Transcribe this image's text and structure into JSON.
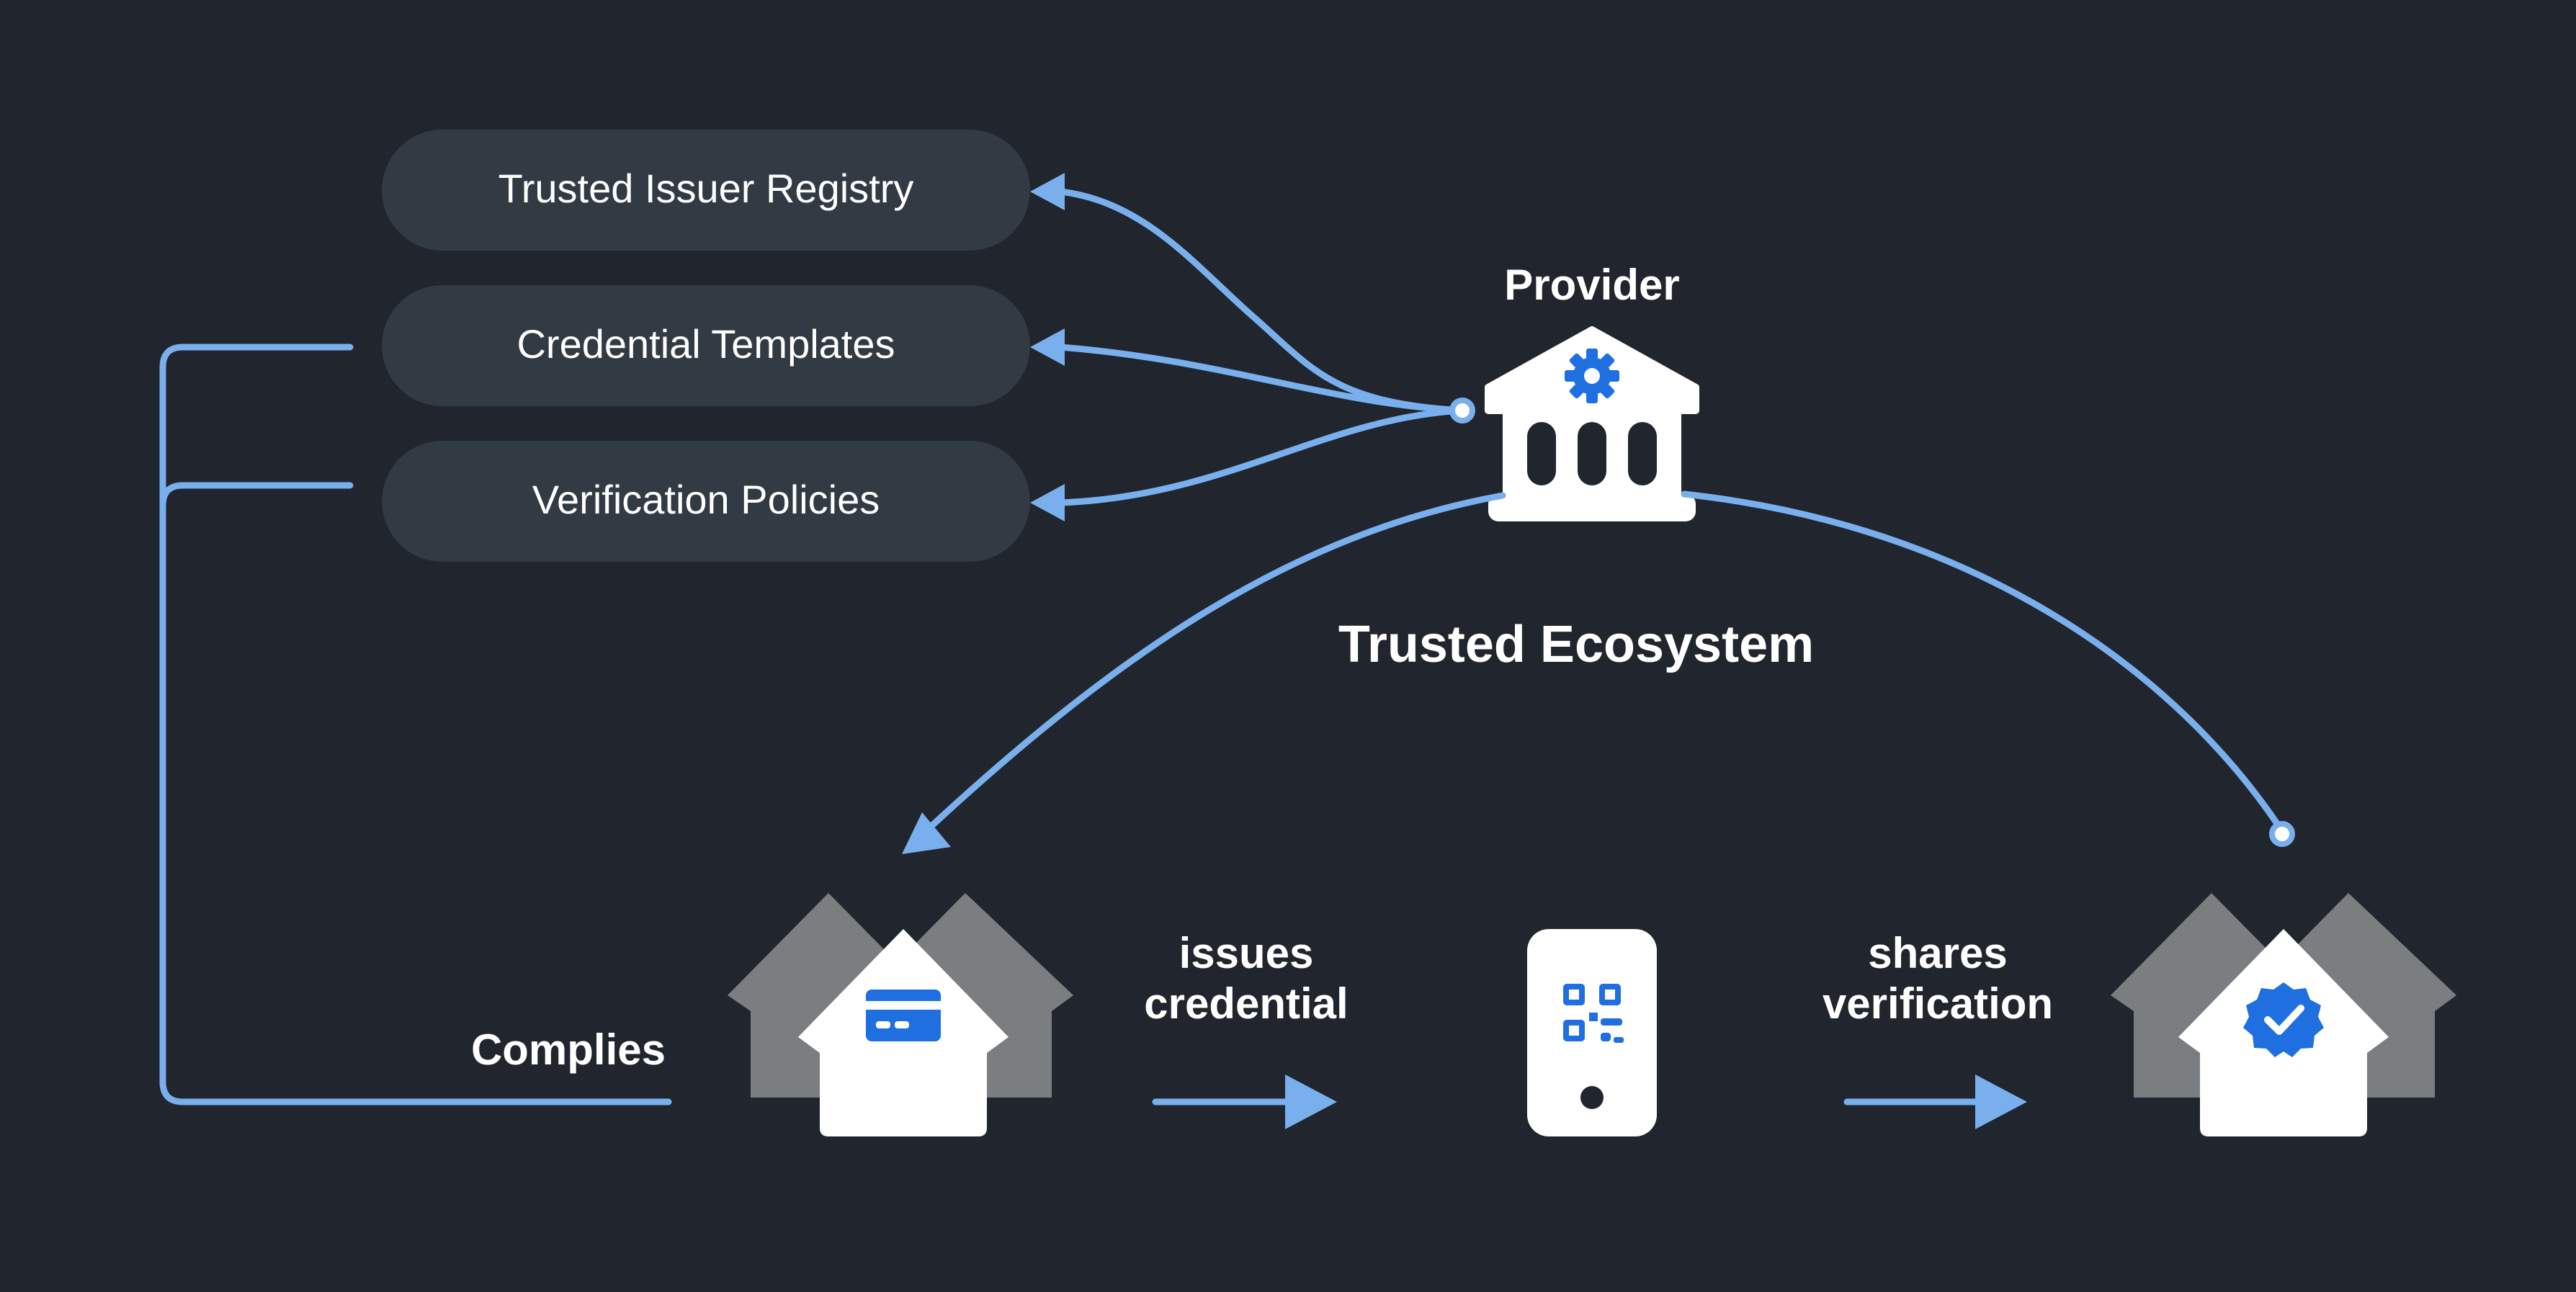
{
  "registry": {
    "items": [
      {
        "label": "Trusted Issuer Registry"
      },
      {
        "label": "Credential Templates"
      },
      {
        "label": "Verification Policies"
      }
    ]
  },
  "provider": {
    "label": "Provider",
    "icon": "bank-icon",
    "badge_icon": "gear-icon"
  },
  "ecosystem": {
    "label": "Trusted Ecosystem"
  },
  "complies": {
    "label": "Complies"
  },
  "issuer": {
    "icon": "houses-icon",
    "badge_icon": "credit-card-icon"
  },
  "issues": {
    "line1": "issues",
    "line2": "credential"
  },
  "wallet": {
    "icon": "phone-icon",
    "badge_icon": "qr-code-icon"
  },
  "shares": {
    "line1": "shares",
    "line2": "verification"
  },
  "verifier": {
    "icon": "houses-icon",
    "badge_icon": "verified-check-icon"
  },
  "colors": {
    "background": "#21252d",
    "pill": "#323a43",
    "accent": "#79afec",
    "icon_blue": "#1f6fe0",
    "house_gray": "#7b7e81"
  }
}
